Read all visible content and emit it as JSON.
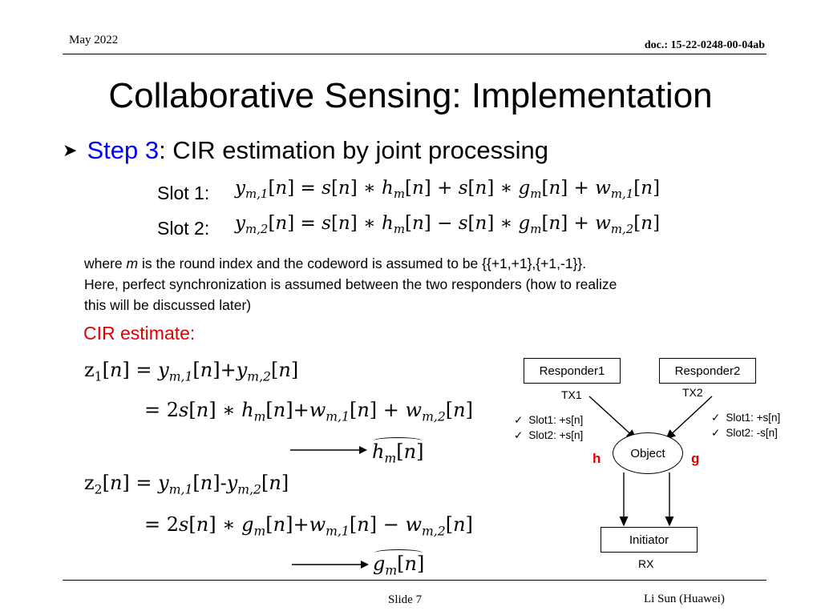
{
  "header": {
    "date": "May 2022",
    "doc": "doc.: 15-22-0248-00-04ab"
  },
  "title": "Collaborative Sensing: Implementation",
  "bullet": {
    "step": "Step 3",
    "rest": ": CIR estimation by joint processing"
  },
  "slots": [
    {
      "label": "Slot 1:",
      "sign": "+",
      "idx": "1"
    },
    {
      "label": "Slot 2:",
      "sign": "−",
      "idx": "2"
    }
  ],
  "paragraph": {
    "p1a": "where ",
    "m": "m",
    "p1b": " is the round index and the codeword is assumed to be {{+1,+1},{+1,-1}}.",
    "p2": "Here, perfect synchronization is assumed between the two responders (how to realize",
    "p3": "this will be discussed later)"
  },
  "cir_heading": "CIR estimate:",
  "estimates": {
    "z1_op": "+",
    "z1_sign": "+",
    "z2_op": "-",
    "z2_sign": "−"
  },
  "diagram": {
    "responder1": "Responder1",
    "responder2": "Responder2",
    "tx1": "TX1",
    "tx2": "TX2",
    "object": "Object",
    "initiator": "Initiator",
    "rx": "RX",
    "h": "h",
    "g": "g",
    "left_checks": [
      "Slot1: +s[n]",
      "Slot2: +s[n]"
    ],
    "right_checks": [
      "Slot1: +s[n]",
      "Slot2: -s[n]"
    ]
  },
  "footer": {
    "slide": "Slide 7",
    "author": "Li Sun (Huawei)"
  }
}
